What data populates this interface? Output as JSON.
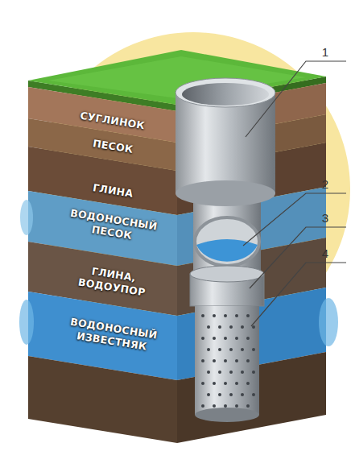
{
  "diagram": {
    "nodes": [
      {
        "text": [
          "СУГЛИНОК"
        ]
      },
      {
        "text": [
          "ПЕСОК"
        ]
      },
      {
        "text": [
          "ГЛИНА"
        ]
      },
      {
        "text": [
          "ВОДОНОСНЫЙ ПЕСОК"
        ]
      },
      {
        "text": [
          "ГЛИНА, ВОДОУПОР"
        ]
      },
      {
        "text": [
          "ВОДОНОСНЫЙ ИЗВЕСТНЯК"
        ]
      }
    ],
    "labels": [
      "1",
      "2",
      "3",
      "4"
    ]
  }
}
